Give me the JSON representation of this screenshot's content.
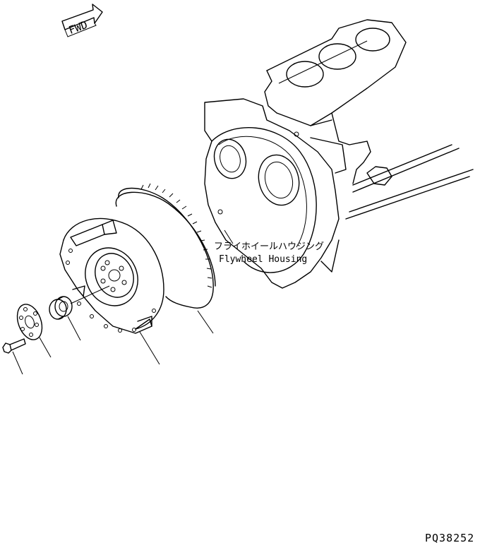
{
  "fwd_label": "FWD",
  "housing_label_jp": "フライホイールハウジング",
  "housing_label_en": "Flywheel Housing",
  "drawing_code": "PQ38252"
}
